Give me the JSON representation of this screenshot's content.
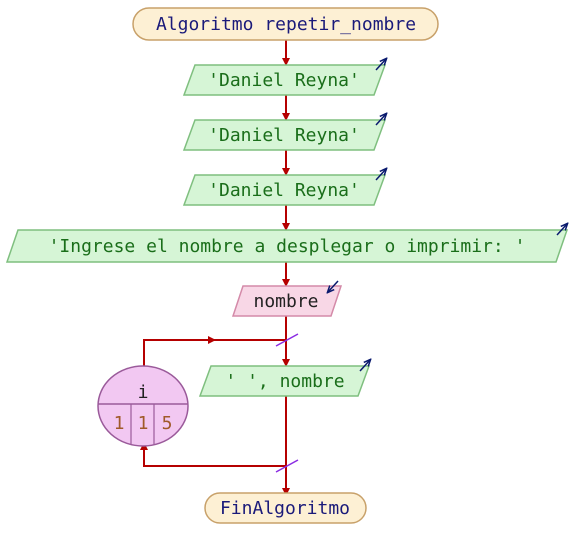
{
  "start": {
    "label": "Algoritmo repetir_nombre"
  },
  "outputs": [
    {
      "label": "'Daniel Reyna'"
    },
    {
      "label": "'Daniel Reyna'"
    },
    {
      "label": "'Daniel Reyna'"
    },
    {
      "label": "'Ingrese el nombre a desplegar o imprimir: '"
    }
  ],
  "input": {
    "label": "nombre"
  },
  "loop": {
    "variable": "i",
    "start": "1",
    "step": "1",
    "end": "5",
    "body_output": {
      "label": "' ', nombre"
    }
  },
  "end": {
    "label": "FinAlgoritmo"
  },
  "colors": {
    "terminal_fill": "#fdf0d4",
    "terminal_stroke": "#c8a16a",
    "terminal_text": "#1a1a7a",
    "output_fill": "#d6f5d6",
    "output_stroke": "#7fbf7f",
    "output_text": "#1a6e1a",
    "input_fill": "#f8d7e6",
    "input_stroke": "#d48aa8",
    "input_text": "#222222",
    "loop_fill": "#f2c8f2",
    "loop_stroke": "#9a5a9a",
    "loop_number": "#a05a2a",
    "connector": "#b50000",
    "io_arrow": "#0a1a6e",
    "crossing_mark": "#8a2be2"
  }
}
